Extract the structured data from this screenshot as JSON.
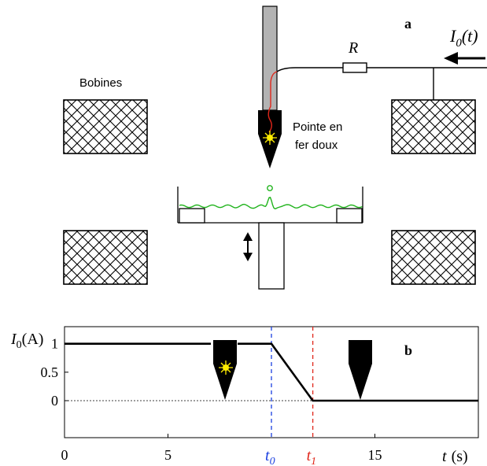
{
  "panel_a": {
    "letter": "a",
    "current_label_main": "I",
    "current_label_sub": "0",
    "current_label_arg": "(t)",
    "resistor_label": "R",
    "coils_label": "Bobines",
    "tip_label_line1": "Pointe en",
    "tip_label_line2": "fer doux"
  },
  "panel_b": {
    "letter": "b",
    "y_label_main": "I",
    "y_label_sub": "0",
    "y_label_unit": "(A)",
    "x_label_main": "t",
    "x_label_unit": "(s)",
    "t0_main": "t",
    "t0_sub": "0",
    "t1_main": "t",
    "t1_sub": "1",
    "colors": {
      "t0": "#1a3fe0",
      "t1": "#e0261a",
      "wave": "#22b41e",
      "wire": "#e0261a"
    }
  },
  "chart_data": {
    "type": "line",
    "xlim": [
      0,
      20
    ],
    "ylim": [
      -0.65,
      1.3
    ],
    "x_ticks": [
      0,
      5,
      15
    ],
    "x_tick_labels": [
      "0",
      "5",
      "15"
    ],
    "y_ticks": [
      1,
      0.5,
      0
    ],
    "y_tick_labels": [
      "1",
      "0.5",
      "0"
    ],
    "series": [
      {
        "x": [
          0,
          10,
          12,
          20
        ],
        "y": [
          1,
          1,
          0,
          0
        ]
      }
    ],
    "vlines": [
      {
        "x": 10,
        "color": "#1a3fe0"
      },
      {
        "x": 12,
        "color": "#e0261a"
      }
    ],
    "hlines": [
      {
        "y": 0,
        "style": "dotted"
      }
    ],
    "grid": false
  }
}
